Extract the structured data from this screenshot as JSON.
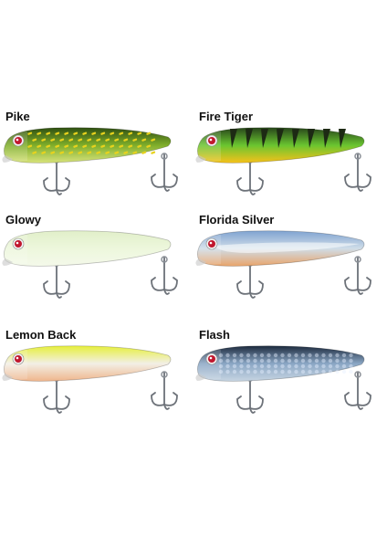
{
  "lures": [
    {
      "label": "Pike",
      "body_color": "#7fae2a",
      "belly_color": "#d8e37a",
      "back_color": "#2f4f12",
      "pattern": "yellow-dashes",
      "eye_color": "#c0172e"
    },
    {
      "label": "Fire Tiger",
      "body_color": "#6ac530",
      "belly_color": "#f7c21a",
      "back_color": "#27451a",
      "pattern": "dark-stripes",
      "eye_color": "#c0172e"
    },
    {
      "label": "Glowy",
      "body_color": "#edf7dc",
      "belly_color": "#f4f9ea",
      "back_color": "#e1efc9",
      "pattern": "none",
      "eye_color": "#c0172e"
    },
    {
      "label": "Florida Silver",
      "body_color": "#cfdde8",
      "belly_color": "#e9a46a",
      "back_color": "#7fa3d1",
      "pattern": "holo",
      "eye_color": "#c0172e"
    },
    {
      "label": "Lemon Back",
      "body_color": "#f2efe6",
      "belly_color": "#efb58c",
      "back_color": "#e6ef3a",
      "pattern": "none",
      "eye_color": "#c0172e"
    },
    {
      "label": "Flash",
      "body_color": "#8aa6c4",
      "belly_color": "#c7d5e2",
      "back_color": "#1c2a3e",
      "pattern": "scales",
      "eye_color": "#c0172e"
    }
  ]
}
